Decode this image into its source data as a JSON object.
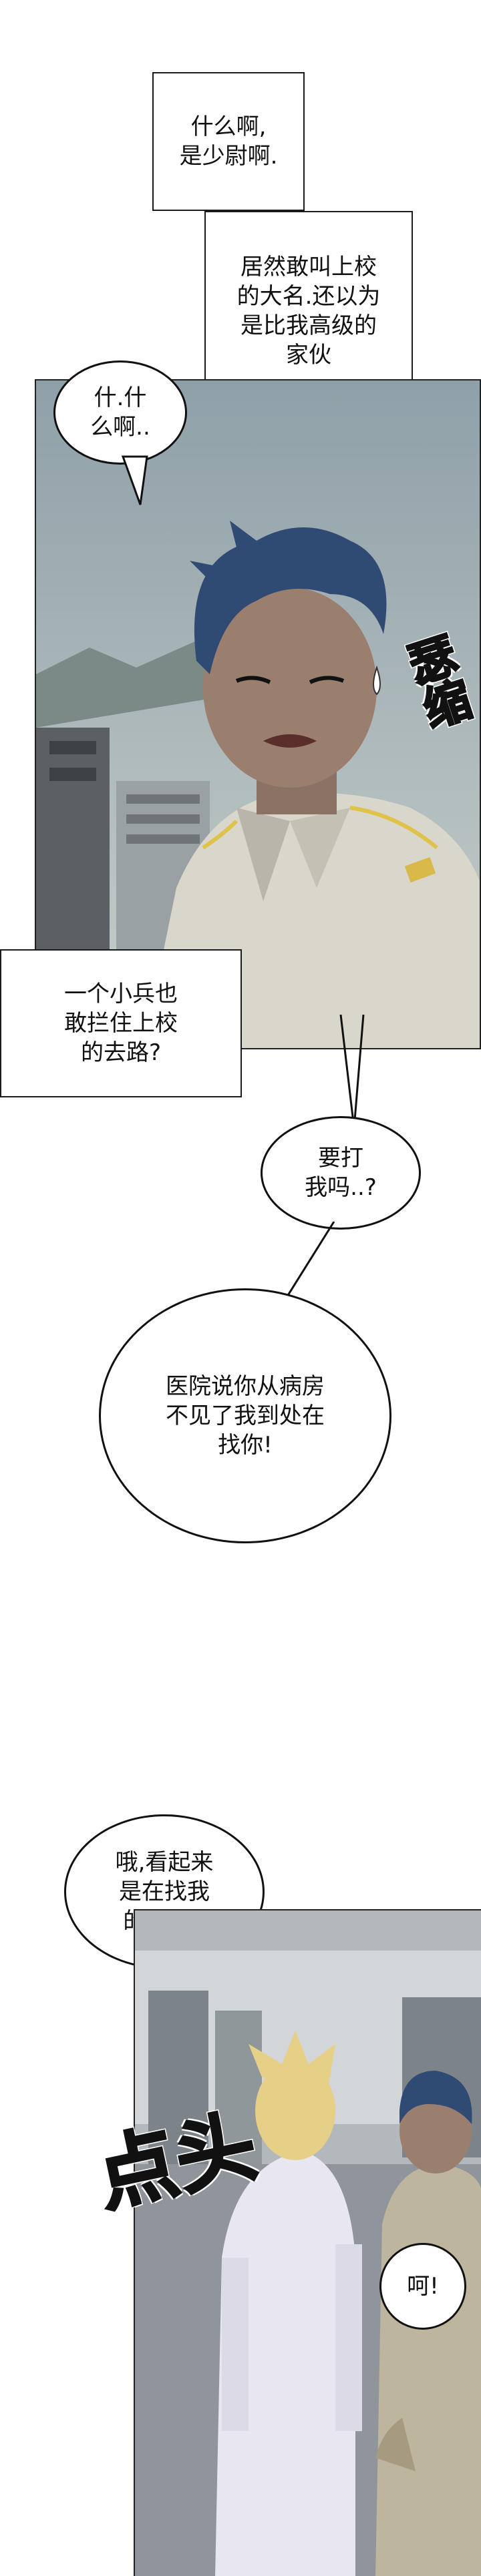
{
  "narration": {
    "box1": "什么啊,\n是少尉啊.",
    "box2": "居然敢叫上校\n的大名.还以为\n是比我高级的\n家伙",
    "box3": "一个小兵也\n敢拦住上校\n的去路?"
  },
  "bubbles": {
    "b1": "什.什\n么啊..",
    "b2": "要打\n我吗..?",
    "b3": "医院说你从病房\n不见了我到处在\n找你!",
    "b4": "哦,看起来\n是在找我\n的样子..",
    "b5": "呵!"
  },
  "sfx": {
    "shrink": "瑟缩",
    "nod": "点头"
  },
  "colors": {
    "ink": "#111111",
    "hair": "#2f4a73",
    "sky": "#8a9aa2",
    "blonde": "#e6cf86"
  }
}
